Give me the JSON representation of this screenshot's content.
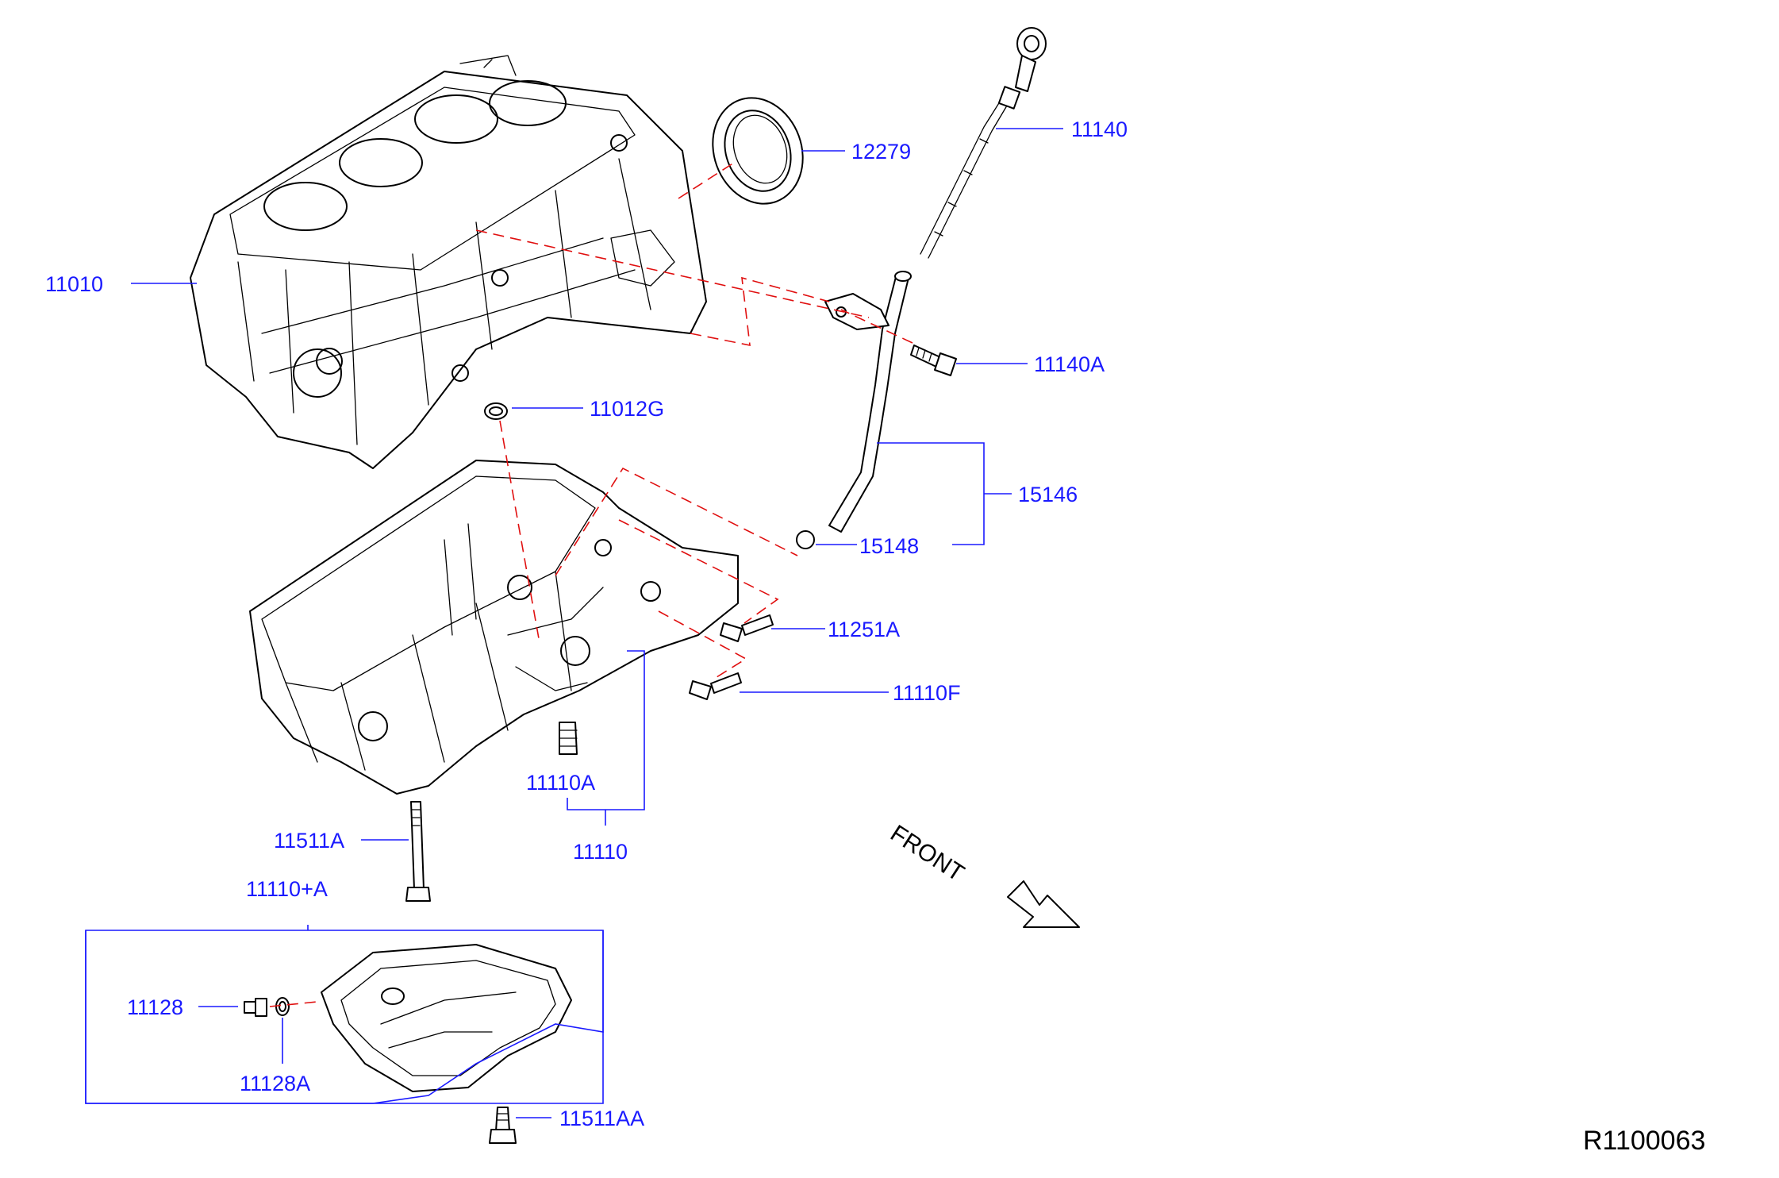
{
  "colors": {
    "callout_text": "#1a1aff",
    "leader_line": "#1a1aff",
    "dashed_guide": "#e01010",
    "line_art": "#000000",
    "background": "#ffffff"
  },
  "callouts": {
    "p11010": "11010",
    "p12279": "12279",
    "p11140": "11140",
    "p11140A": "11140A",
    "p11012G": "11012G",
    "p15146": "15146",
    "p15148": "15148",
    "p11251A": "11251A",
    "p11110F": "11110F",
    "p11110A": "11110A",
    "p11110": "11110",
    "p11511A": "11511A",
    "p11110plusA": "11110+A",
    "p11128": "11128",
    "p11128A": "11128A",
    "p11511AA": "11511AA"
  },
  "direction_label": "FRONT",
  "drawing_reference": "R1100063"
}
